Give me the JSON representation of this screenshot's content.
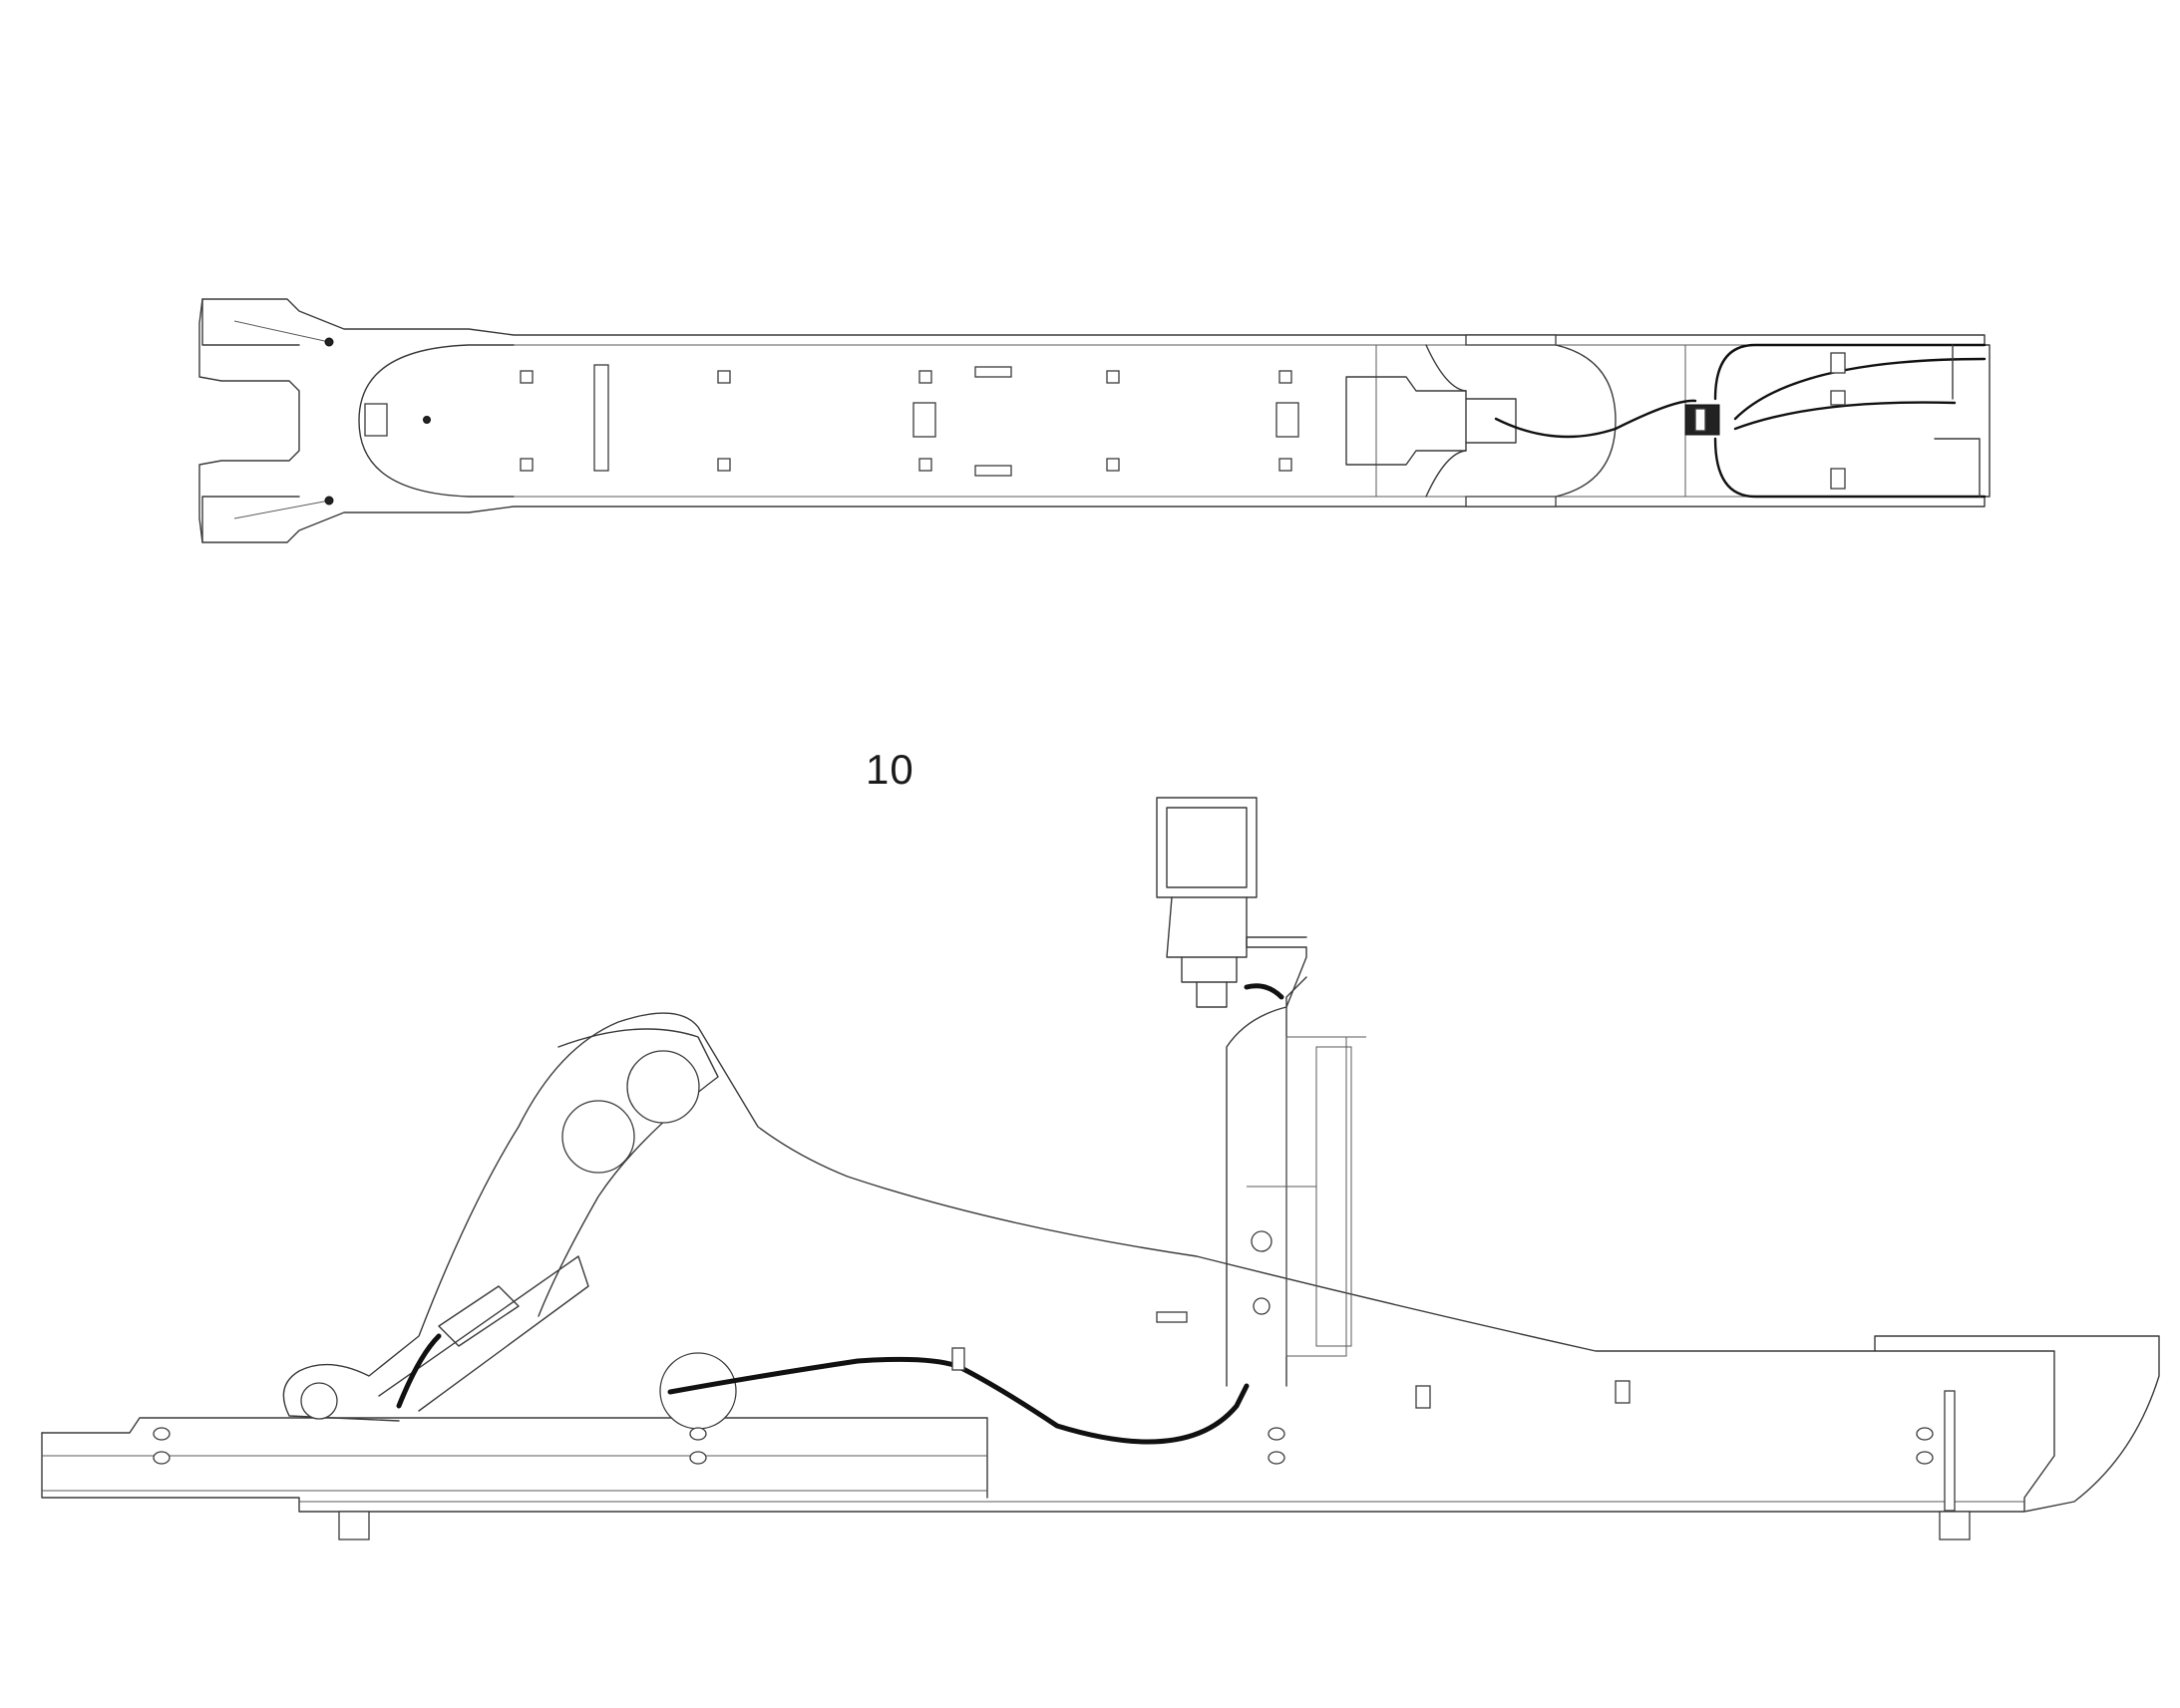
{
  "diagram": {
    "callout_label": "10",
    "views": [
      {
        "name": "top-view"
      },
      {
        "name": "side-view"
      }
    ]
  }
}
